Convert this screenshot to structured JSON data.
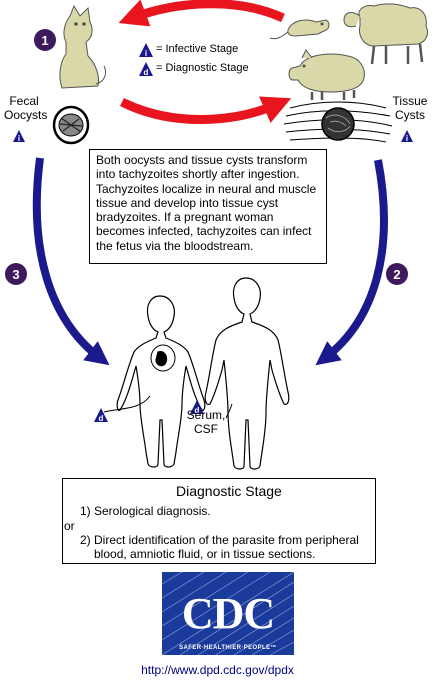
{
  "steps": [
    "1",
    "2",
    "3"
  ],
  "legend": {
    "infective_symbol": "i",
    "infective_text": "= Infective Stage",
    "diagnostic_symbol": "d",
    "diagnostic_text": "= Diagnostic Stage"
  },
  "labels": {
    "fecal_oocysts": [
      "Fecal",
      "Oocysts"
    ],
    "tissue_cysts": [
      "Tissue",
      "Cysts"
    ],
    "serum_csf": [
      "Serum,",
      "CSF"
    ]
  },
  "info_text": "Both oocysts and tissue cysts transform into tachyzoites shortly after ingestion. Tachyzoites localize in neural and muscle tissue and develop into tissue cyst bradyzoites. If a pregnant woman becomes infected, tachyzoites can infect the fetus via the bloodstream.",
  "diagnostic": {
    "symbol": "d",
    "title": "Diagnostic Stage",
    "item1": "1) Serological diagnosis.",
    "or": "or",
    "item2_line1": "2) Direct identification of the parasite from peripheral",
    "item2_line2": "blood, amniotic fluid, or in tissue sections."
  },
  "cdc": {
    "logo": "CDC",
    "tagline": "SAFER·HEALTHIER·PEOPLE™",
    "url": "http://www.dpd.cdc.gov/dpdx"
  },
  "colors": {
    "step_circle": "#3d1a5c",
    "cycle_arrow_red": "#e8141e",
    "cycle_arrow_blue": "#1a1a8c",
    "stage_triangle": "#1a1a8c",
    "animal_fill": "#d8d8a8",
    "cdc_blue": "#1a3a9c"
  }
}
